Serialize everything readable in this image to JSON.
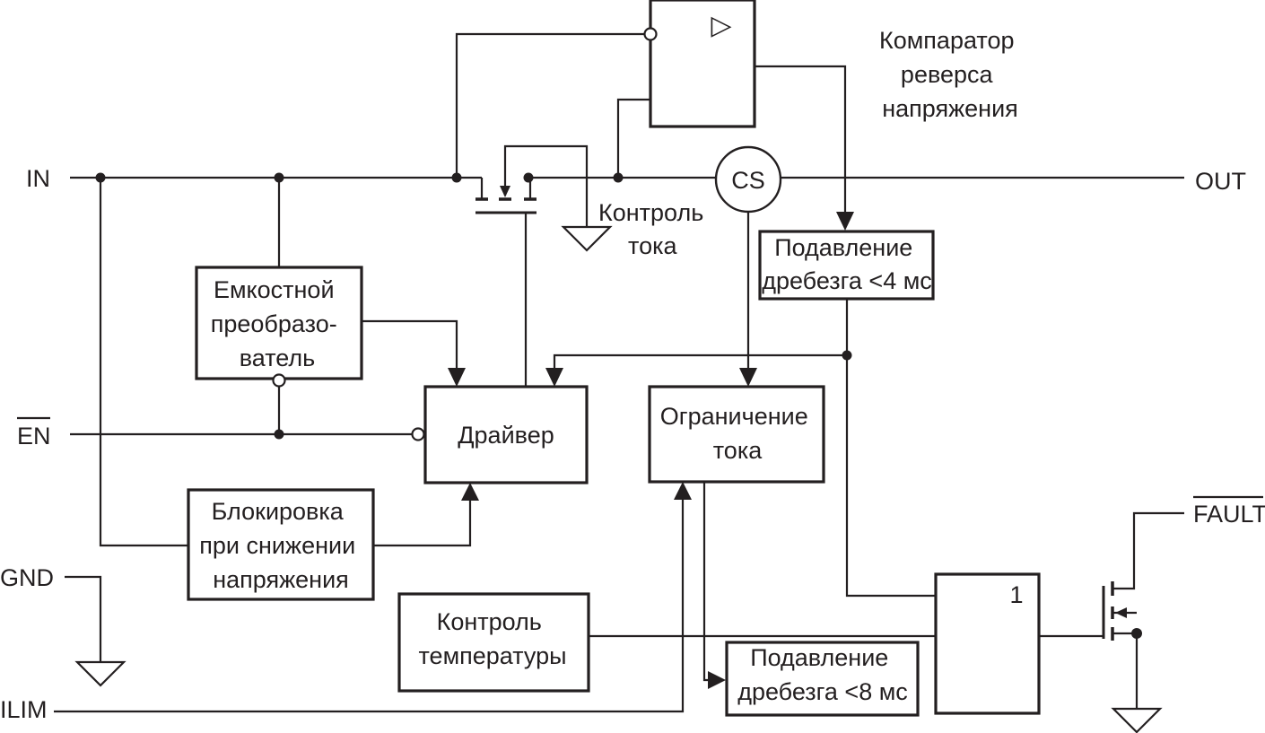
{
  "pins": {
    "in": "IN",
    "out": "OUT",
    "en": "EN",
    "gnd": "GND",
    "ilim": "ILIM",
    "fault": "FAULT"
  },
  "blocks": {
    "comparator": {
      "lines": [
        "Компаратор",
        "реверса",
        "напряжения"
      ],
      "glyph": "▷"
    },
    "current_sense": "CS",
    "current_control": [
      "Контроль",
      "тока"
    ],
    "debounce_4ms": [
      "Подавление",
      "дребезга <4 мс"
    ],
    "charge_pump": [
      "Емкостной",
      "преобразо-",
      "ватель"
    ],
    "driver": "Драйвер",
    "current_limit": [
      "Ограничение",
      "тока"
    ],
    "uvlo": [
      "Блокировка",
      "при снижении",
      "напряжения"
    ],
    "temp_control": [
      "Контроль",
      "температуры"
    ],
    "debounce_8ms": [
      "Подавление",
      "дребезга <8 мс"
    ],
    "or_gate": "1"
  },
  "colors": {
    "ink": "#231f20",
    "background": "#ffffff"
  }
}
